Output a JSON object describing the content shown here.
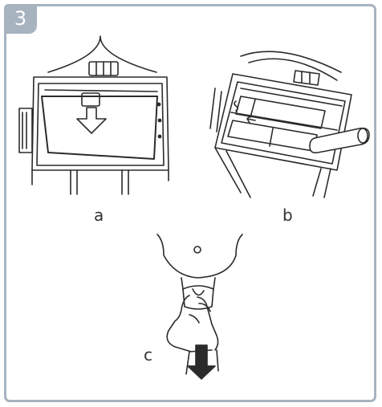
{
  "step": {
    "number": "3",
    "accent": "#a7b3bf"
  },
  "panels": [
    {
      "id": "a",
      "label": "a"
    },
    {
      "id": "b",
      "label": "b"
    },
    {
      "id": "c",
      "label": "c"
    }
  ],
  "icons": [
    "down-arrow-icon",
    "battery-icon",
    "hand-icon"
  ]
}
